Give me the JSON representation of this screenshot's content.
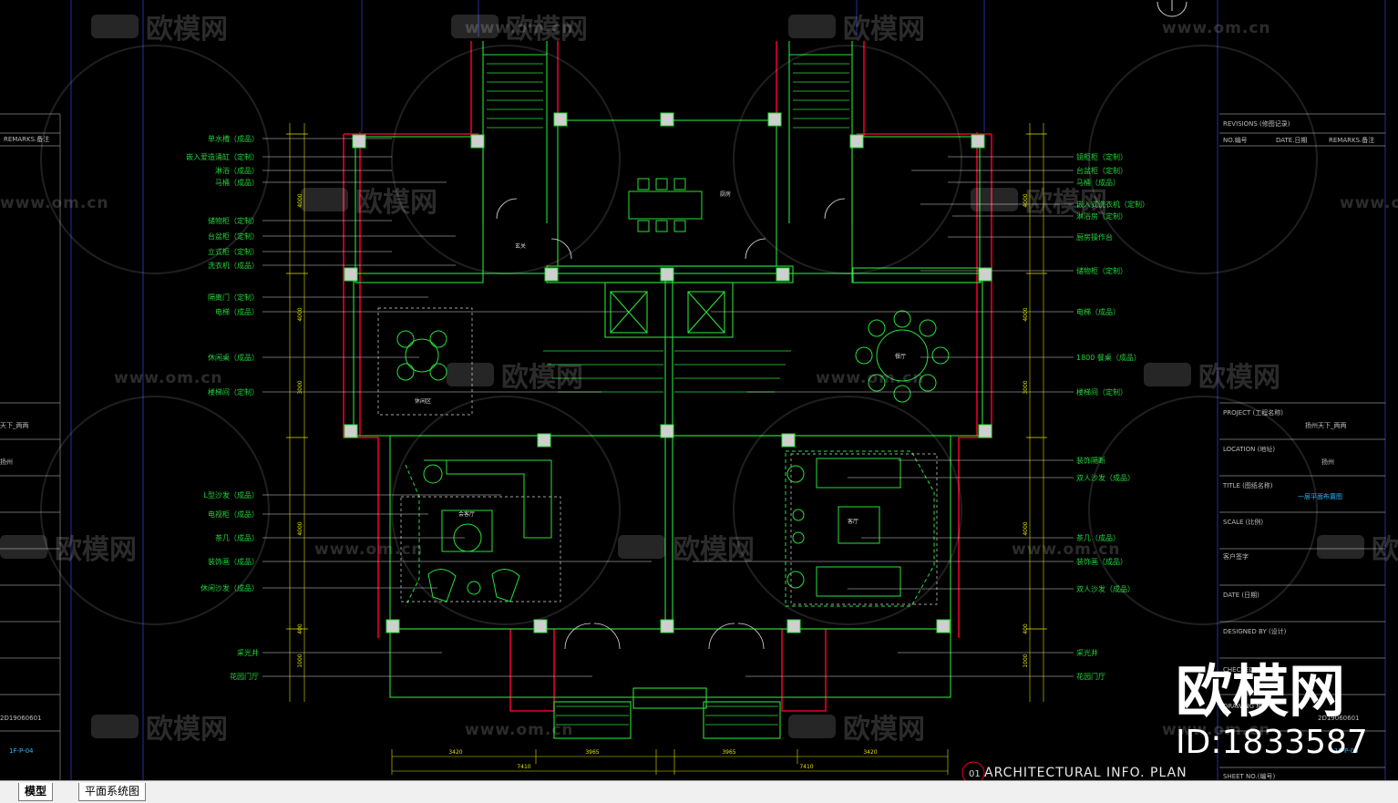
{
  "drawing": {
    "title": "ARCHITECTURAL  INFO.  PLAN",
    "number": "01"
  },
  "left_labels": [
    "单水槽（成品）",
    "嵌入爱造涌缸（定制）",
    "淋浴（成品）",
    "马桶（成品）",
    "储物柜（定制）",
    "台盆柜（定制）",
    "立式柜（定制）",
    "洗衣机（成品）",
    "隔离门（定制）",
    "电梯（成品）",
    "休闲桌（成品）",
    "楼梯间（定制）",
    "L型沙发（成品）",
    "电视柜（成品）",
    "茶几（成品）",
    "装饰画（成品）",
    "休闲沙发（成品）",
    "采光井",
    "花园门厅"
  ],
  "right_labels": [
    "镜柜柜（定制）",
    "台盆柜（定制）",
    "马桶（成品）",
    "嵌入式洗衣机（定制）",
    "淋浴房（定制）",
    "厨房操作台",
    "储物柜（定制）",
    "电梯（成品）",
    "1800 餐桌（成品）",
    "楼梯间（定制）",
    "装饰隔断",
    "双人沙发（成品）",
    "茶几（成品）",
    "装饰画（成品）",
    "双人沙发（成品）",
    "采光井",
    "花园门厅"
  ],
  "room_labels": [
    "厨房",
    "客厅",
    "会客厅",
    "餐厅",
    "休闲区",
    "玄关"
  ],
  "title_block": {
    "revisions": "REVISIONS (修图记录)",
    "no": "NO.编号",
    "date": "DATE.日期",
    "remarks": "REMARKS.备注",
    "project_label": "PROJECT (工程名称)",
    "project_value": "扬州天下_两两",
    "location_label": "LOCATION (地址)",
    "location_value": "扬州",
    "title_label": "TITLE (图纸名称)",
    "title_value": "一层平面布置图",
    "scale_label": "SCALE (比例)",
    "client_label": "客户签字",
    "date_label": "DATE (日期)",
    "designed_label": "DESIGNED BY (设计)",
    "checked_label": "CHECKED",
    "drawing_no_label": "DRAWING NO.",
    "drawing_no_value": "2D19060601",
    "sheet_no_label": "SHEET NO.(编号)",
    "sheet_value": "1F-P-05"
  },
  "left_block": {
    "remarks": "REMARKS.备注",
    "project_value": "天下_两两",
    "location_value": "扬州",
    "drawing_no_value": "2D19060601",
    "sheet_value": "1F-P-04"
  },
  "dimensions": {
    "bottom": [
      "3420",
      "3965",
      "3965",
      "3420"
    ],
    "bottom_total": [
      "7410",
      "7410"
    ],
    "side": [
      "4000",
      "4000",
      "3000",
      "4000",
      "400",
      "1000"
    ]
  },
  "watermark": {
    "logo": "欧模网",
    "url": "www.om.cn",
    "big_logo": "欧模网",
    "id": "ID:1833587"
  },
  "tabs": {
    "model": "模型",
    "plan": "平面系统图"
  },
  "colors": {
    "background": "#000000",
    "wall_red": "#e3002b",
    "line_green": "#28e038",
    "frame_blue": "#2a2aa0",
    "column_fill": "#cfcfcf",
    "dimension_yellow": "#e0e000"
  }
}
